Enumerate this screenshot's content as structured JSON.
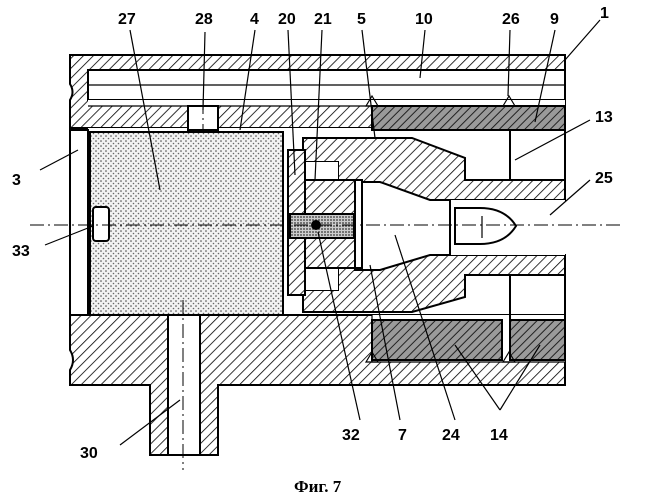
{
  "figure": {
    "caption": "Фиг. 7",
    "labels": {
      "l1": "1",
      "l3": "3",
      "l4": "4",
      "l5": "5",
      "l7": "7",
      "l9": "9",
      "l10": "10",
      "l13": "13",
      "l14": "14",
      "l20": "20",
      "l21": "21",
      "l24": "24",
      "l25": "25",
      "l26": "26",
      "l27": "27",
      "l28": "28",
      "l30": "30",
      "l32": "32",
      "l33": "33"
    }
  }
}
